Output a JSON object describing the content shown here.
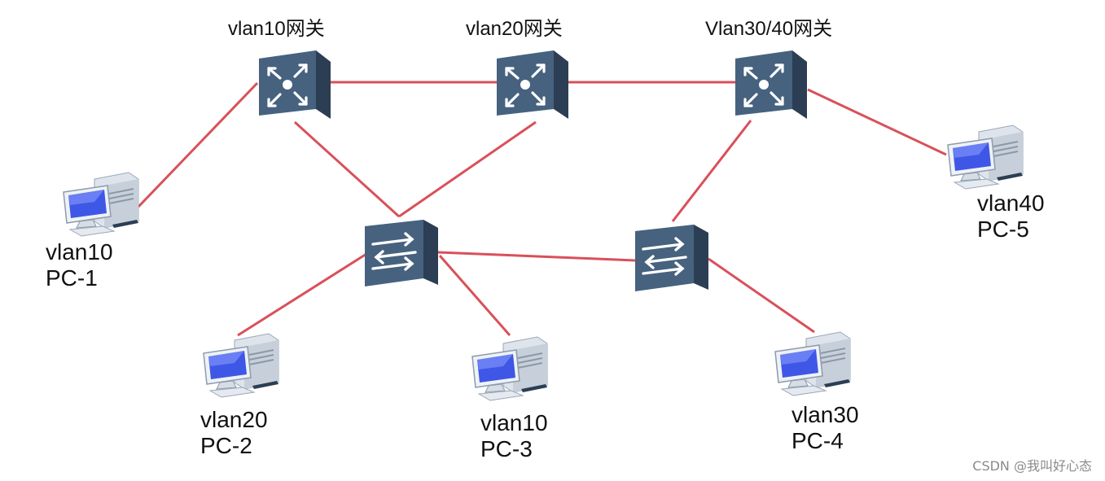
{
  "colors": {
    "link": "#d9505a",
    "device_front": "#46627f",
    "device_side": "#2c3e54",
    "device_top": "#7d95ad",
    "monitor_screen": "#3f57e6",
    "pc_body": "#dde4ec"
  },
  "routers": [
    {
      "id": "r1",
      "label": "vlan10网关",
      "icon": "layer3-switch-icon"
    },
    {
      "id": "r2",
      "label": "vlan20网关",
      "icon": "layer3-switch-icon"
    },
    {
      "id": "r3",
      "label": "Vlan30/40网关",
      "icon": "layer3-switch-icon"
    }
  ],
  "switches": [
    {
      "id": "s1",
      "icon": "switch-icon"
    },
    {
      "id": "s2",
      "icon": "switch-icon"
    }
  ],
  "pcs": [
    {
      "id": "pc1",
      "vlan": "vlan10",
      "name": "PC-1",
      "icon": "pc-icon"
    },
    {
      "id": "pc2",
      "vlan": "vlan20",
      "name": "PC-2",
      "icon": "pc-icon"
    },
    {
      "id": "pc3",
      "vlan": "vlan10",
      "name": "PC-3",
      "icon": "pc-icon"
    },
    {
      "id": "pc4",
      "vlan": "vlan30",
      "name": "PC-4",
      "icon": "pc-icon"
    },
    {
      "id": "pc5",
      "vlan": "vlan40",
      "name": "PC-5",
      "icon": "pc-icon"
    }
  ],
  "links": [
    [
      "r1",
      "r2"
    ],
    [
      "r2",
      "r3"
    ],
    [
      "r1",
      "pc1"
    ],
    [
      "r1",
      "s1"
    ],
    [
      "r2",
      "s1"
    ],
    [
      "r3",
      "s2"
    ],
    [
      "r3",
      "pc5"
    ],
    [
      "s1",
      "s2"
    ],
    [
      "s1",
      "pc2"
    ],
    [
      "s1",
      "pc3"
    ],
    [
      "s2",
      "pc4"
    ]
  ],
  "watermark": "CSDN @我叫好心态"
}
